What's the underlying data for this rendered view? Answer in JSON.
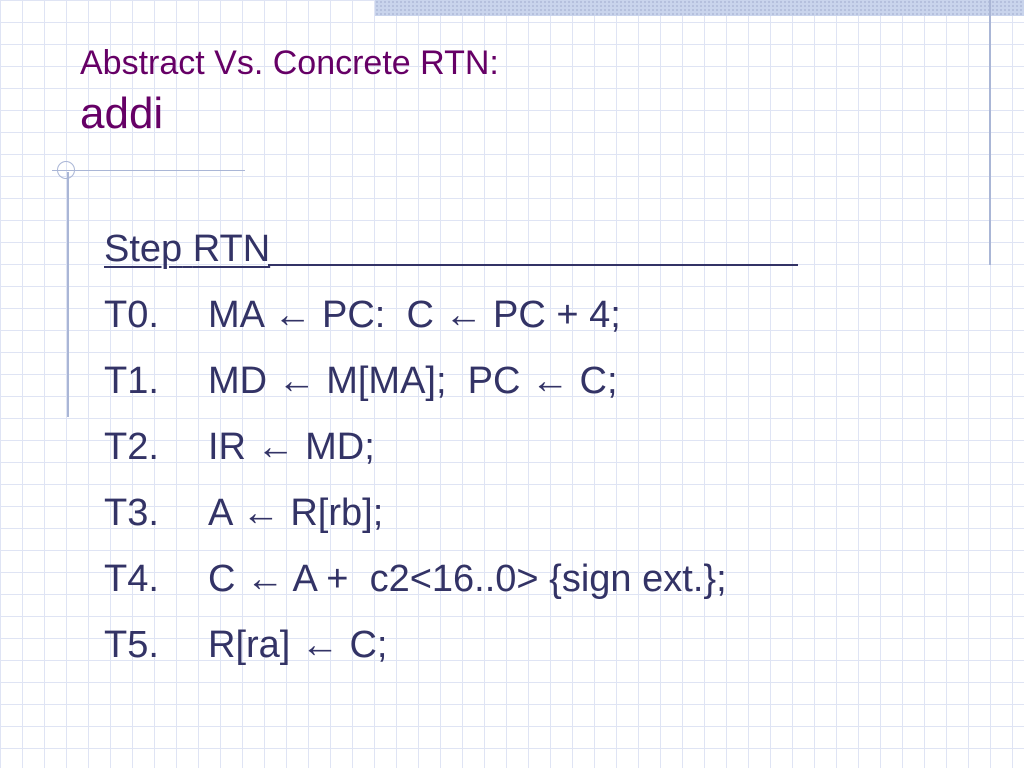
{
  "slide": {
    "title_line1": "Abstract Vs. Concrete RTN:",
    "title_line2": "addi"
  },
  "table": {
    "header": {
      "step": "Step",
      "rtn": "RTN"
    },
    "rows": [
      {
        "step": "T0.",
        "rtn": "MA ← PC:  C ← PC + 4;"
      },
      {
        "step": "T1.",
        "rtn": "MD ← M[MA];  PC ← C;"
      },
      {
        "step": "T2.",
        "rtn": "IR ← MD;"
      },
      {
        "step": "T3.",
        "rtn": "A ← R[rb];"
      },
      {
        "step": "T4.",
        "rtn": "C ← A +  c2<16..0> {sign ext.};"
      },
      {
        "step": "T5.",
        "rtn": "R[ra] ← C;"
      }
    ]
  },
  "colors": {
    "title": "#660066",
    "body": "#333366",
    "grid": "#dfe4f4",
    "accent_lines": "#aab6d6"
  }
}
